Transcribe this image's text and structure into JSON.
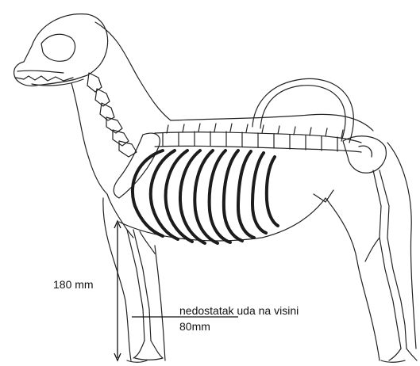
{
  "annotations": {
    "height_label": "180 mm",
    "missing_limb_line1": "nedostatak uda na visini",
    "missing_limb_line2": "80mm"
  },
  "colors": {
    "line": "#222222",
    "rib_fill": "#1c1c1c",
    "background": "#ffffff"
  }
}
